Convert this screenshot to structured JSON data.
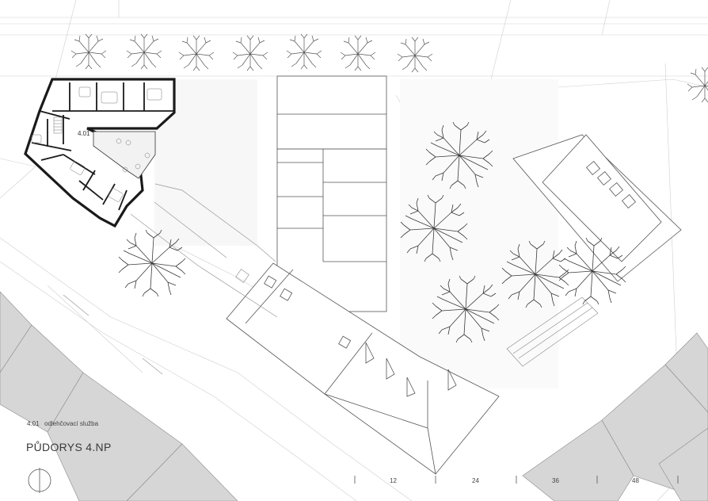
{
  "drawing": {
    "room_number": "4.01",
    "legend": {
      "number": "4.01",
      "description": "odlehčovací služba"
    },
    "title": "PŮDORYS 4.NP"
  },
  "scale_bar": {
    "ticks": [
      "12",
      "24",
      "36",
      "48"
    ]
  },
  "colors": {
    "walls": "#1a1a1a",
    "outline": "#555555",
    "trees": "#3a3a3a",
    "neighbour_blocks": "#d4d4d4",
    "site_lines": "#bbbbbb"
  },
  "icons": {
    "north_arrow": "north-arrow-icon",
    "tree": "tree-icon"
  }
}
